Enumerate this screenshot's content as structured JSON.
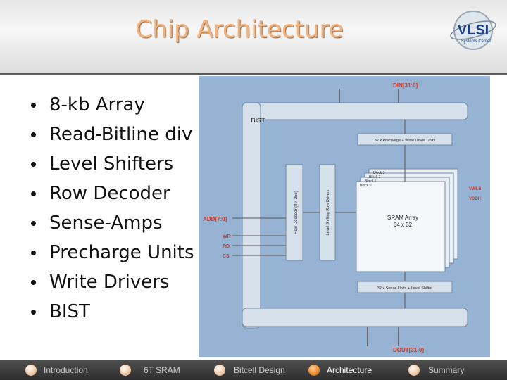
{
  "slide": {
    "title": "Chip Architecture",
    "logo": {
      "brand": "VLSI",
      "subtitle": "Systems Center",
      "icon": "vlsi-logo-icon"
    },
    "bullets": [
      "8-kb Array",
      "Read-Bitline div",
      "Level Shifters",
      "Row Decoder",
      "Sense-Amps",
      "Precharge Units",
      "Write Drivers",
      "BIST"
    ]
  },
  "diagram": {
    "bist_label": "BIST",
    "din_label": "DIN[31:0]",
    "dout_label": "DOUT[31:0]",
    "addr_label": "ADD[7:0]",
    "wr_label": "WR",
    "rd_label": "RD",
    "cs_label": "CS",
    "row_decoder_label": "Row Decoder (8 x 256)",
    "level_shifter_label": "Level Shifting Row Drivers",
    "precharge_label": "32 x Precharge + Write Driver Units",
    "sense_label": "32 x Sense Units + Level Shifter",
    "array_label": "SRAM Array",
    "array_size": "64 x 32",
    "block_labels": [
      "Block 3",
      "Block 2",
      "Block 1",
      "Block 0"
    ],
    "vdd_label": "VWLS",
    "vddh_label": "VDDH",
    "colors": {
      "panel": "#97b3d3",
      "block": "#d6e0ea",
      "bus": "#c4d2e0",
      "red": "#c0392b"
    }
  },
  "nav": {
    "items": [
      {
        "label": "Introduction",
        "active": false
      },
      {
        "label": "6T SRAM",
        "active": false
      },
      {
        "label": "Bitcell Design",
        "active": false
      },
      {
        "label": "Architecture",
        "active": true
      },
      {
        "label": "Summary",
        "active": false
      }
    ]
  }
}
